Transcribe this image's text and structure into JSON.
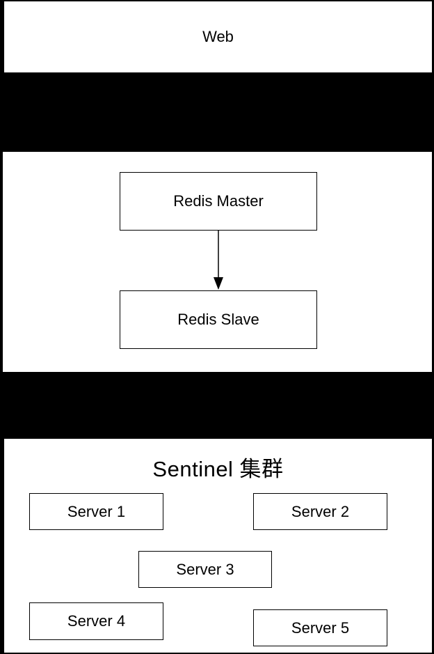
{
  "web": {
    "label": "Web"
  },
  "redis": {
    "master_label": "Redis Master",
    "slave_label": "Redis Slave"
  },
  "sentinel": {
    "title": "Sentinel 集群",
    "servers": [
      {
        "label": "Server 1"
      },
      {
        "label": "Server 2"
      },
      {
        "label": "Server 3"
      },
      {
        "label": "Server 4"
      },
      {
        "label": "Server 5"
      }
    ]
  },
  "colors": {
    "background": "#000000",
    "panel": "#ffffff",
    "stroke": "#000000"
  }
}
